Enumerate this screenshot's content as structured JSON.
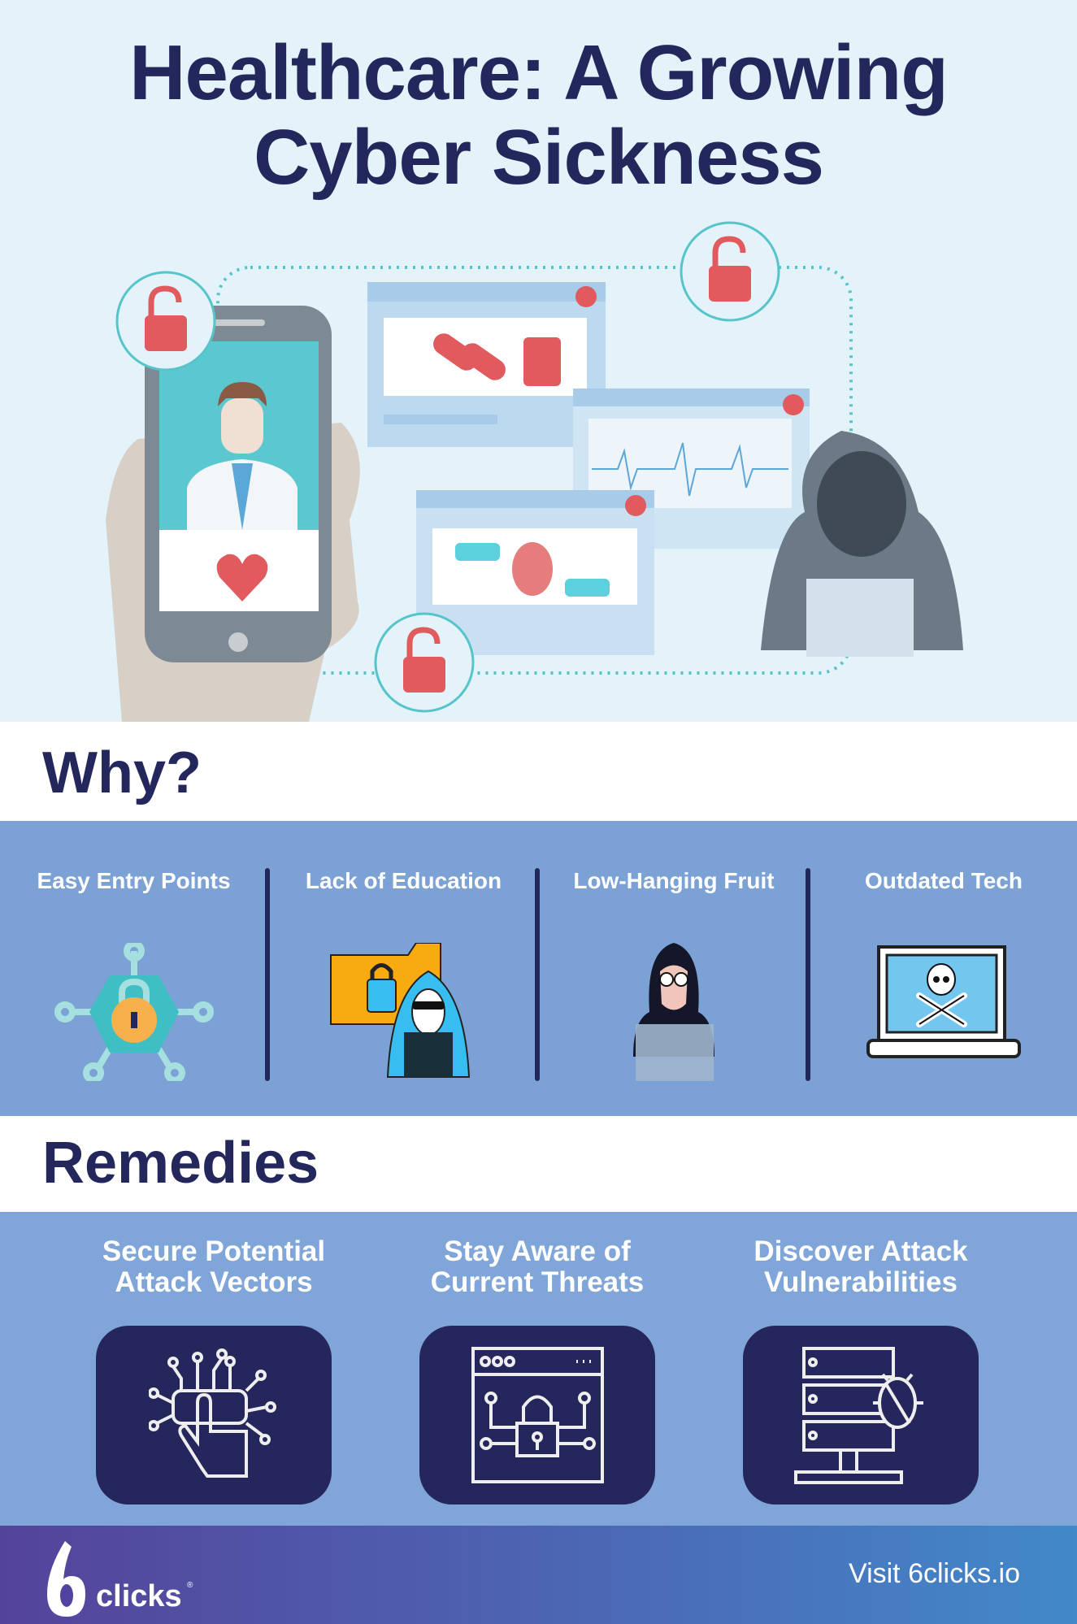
{
  "header": {
    "title_line1": "Healthcare: A Growing",
    "title_line2": "Cyber Sickness"
  },
  "why": {
    "heading": "Why?",
    "items": [
      {
        "label": "Easy Entry Points",
        "icon": "network-lock-icon"
      },
      {
        "label": "Lack of Education",
        "icon": "hacker-folder-icon"
      },
      {
        "label": "Low-Hanging Fruit",
        "icon": "hooded-hacker-icon"
      },
      {
        "label": "Outdated Tech",
        "icon": "skull-laptop-icon"
      }
    ]
  },
  "remedies": {
    "heading": "Remedies",
    "items": [
      {
        "line1": "Secure Potential",
        "line2": "Attack Vectors",
        "icon": "circuit-hand-icon"
      },
      {
        "line1": "Stay Aware of",
        "line2": "Current Threats",
        "icon": "browser-lock-icon"
      },
      {
        "line1": "Discover Attack",
        "line2": "Vulnerabilities",
        "icon": "server-bug-icon"
      }
    ]
  },
  "footer": {
    "logo_text": "clicks",
    "logo_digit": "6",
    "visit": "Visit 6clicks.io"
  },
  "colors": {
    "navy": "#24275c",
    "band": "#7ca1d5",
    "hero_bg": "#e4f2fa",
    "lock_red": "#e15a5e"
  }
}
